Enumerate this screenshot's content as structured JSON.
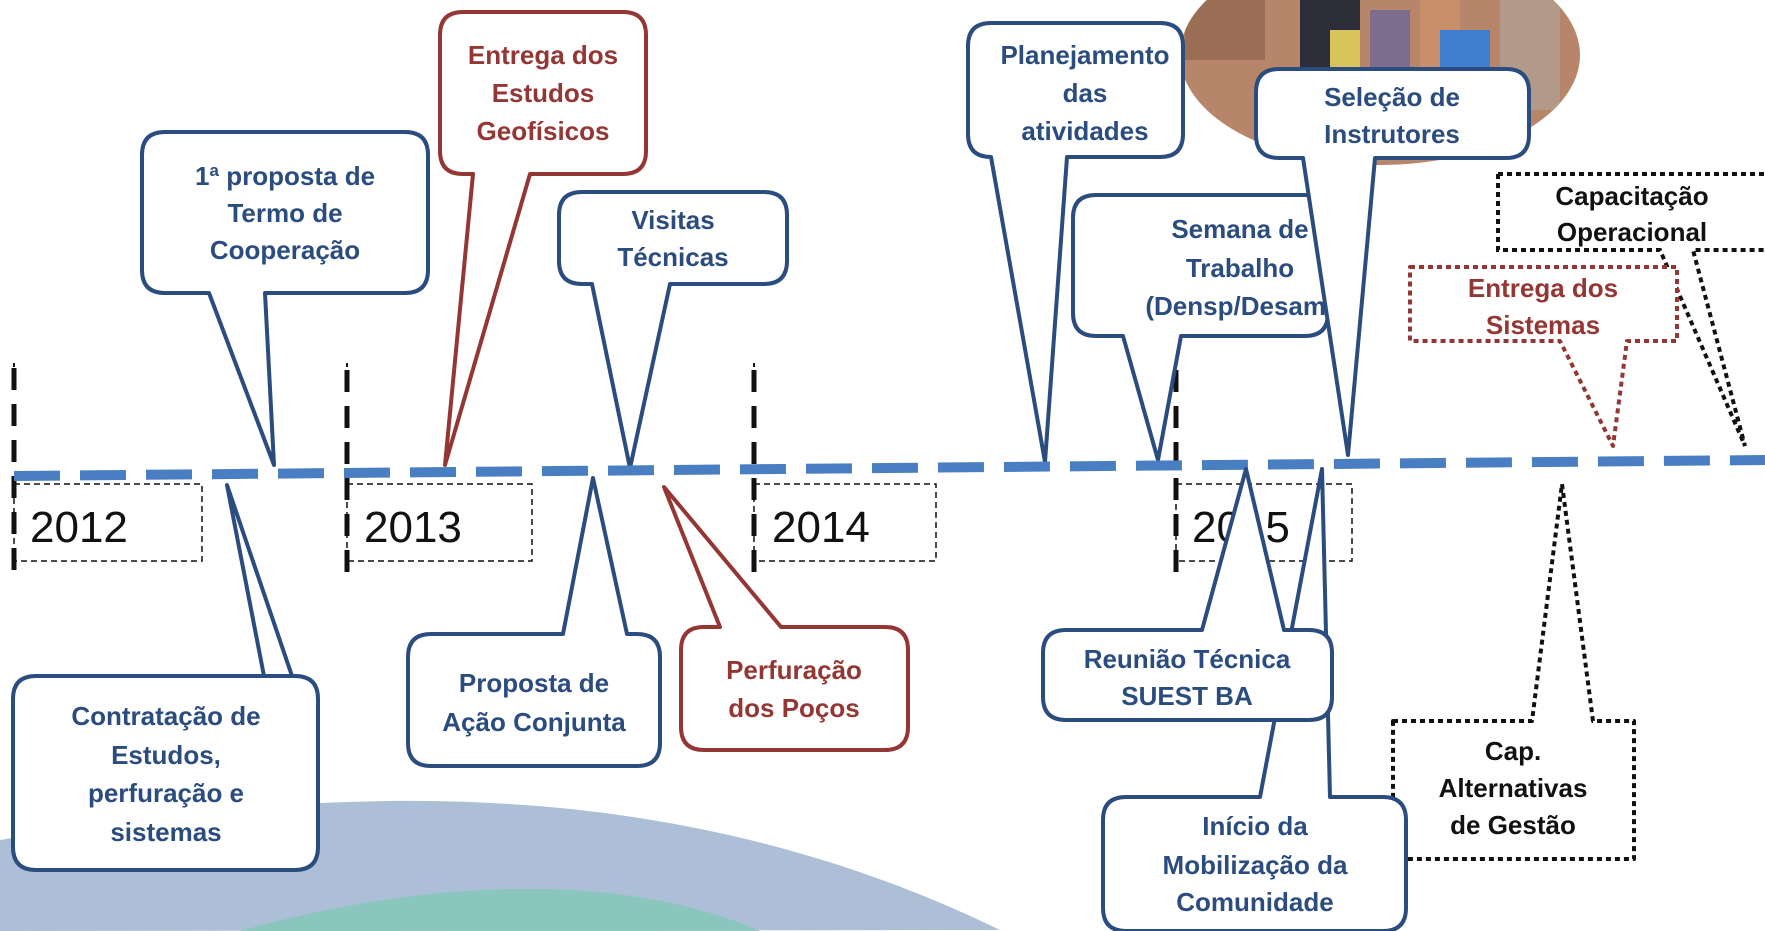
{
  "years": [
    "2012",
    "2013",
    "2014",
    "2015"
  ],
  "events": {
    "proposta_termo": [
      "1ª proposta de",
      "Termo de",
      "Cooperação"
    ],
    "entrega_estudos": [
      "Entrega dos",
      "Estudos",
      "Geofísicos"
    ],
    "visitas": [
      "Visitas",
      "Técnicas"
    ],
    "planejamento": [
      "Planejamento",
      "das",
      "atividades"
    ],
    "semana": [
      "Semana de",
      "Trabalho",
      "(Densp/Desam)"
    ],
    "selecao": [
      "Seleção de",
      "Instrutores"
    ],
    "capacitacao": [
      "Capacitação",
      "Operacional"
    ],
    "entrega_sistemas": [
      "Entrega dos",
      "Sistemas"
    ],
    "contratacao": [
      "Contratação de",
      "Estudos,",
      "perfuração e",
      "sistemas"
    ],
    "acao_conjunta": [
      "Proposta de",
      "Ação Conjunta"
    ],
    "perfuracao": [
      "Perfuração",
      "dos Poços"
    ],
    "reuniao": [
      "Reunião Técnica",
      "SUEST BA"
    ],
    "mobilizacao": [
      "Início da",
      "Mobilização da",
      "Comunidade"
    ],
    "alternativas": [
      "Cap.",
      "Alternativas",
      "de Gestão"
    ]
  },
  "colors": {
    "blue_line": "#4a7ec2",
    "blue_box": "#2b4c7e",
    "red_box": "#943634",
    "black": "#111111",
    "swoosh_blue": "#7f9fc0",
    "swoosh_teal": "#7fc4b9"
  }
}
